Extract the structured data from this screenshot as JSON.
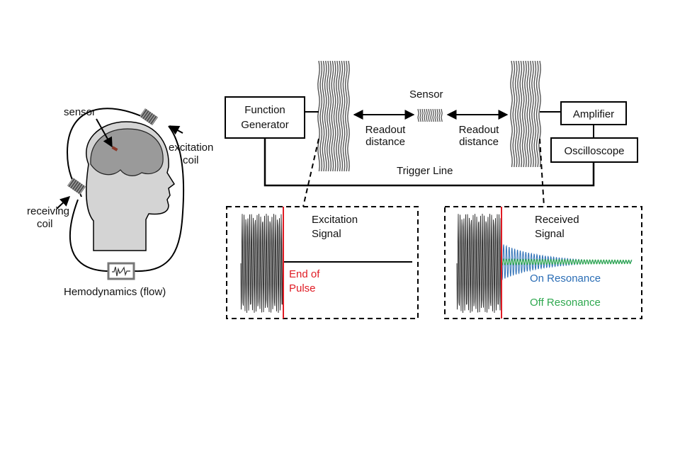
{
  "left_panel": {
    "sensor_label": "sensor",
    "excitation_label": "excitation coil",
    "receiving_label": "receiving coil",
    "hemodynamics_label": "Hemodynamics (flow)"
  },
  "blocks": {
    "function_generator": "Function Generator",
    "amplifier": "Amplifier",
    "oscilloscope": "Oscilloscope",
    "sensor": "Sensor",
    "readout_left": "Readout distance",
    "readout_right": "Readout distance",
    "trigger_line": "Trigger Line"
  },
  "excitation_panel": {
    "title": "Excitation Signal",
    "end_marker": "End of Pulse"
  },
  "received_panel": {
    "title": "Received Signal",
    "on_resonance": "On Resonance",
    "off_resonance": "Off Resonance"
  },
  "colors": {
    "end_of_pulse": "#e01b24",
    "on_resonance": "#2a6db5",
    "off_resonance": "#2fa84f",
    "coil": "#555555",
    "head_fill": "#d4d4d4",
    "brain_fill": "#9a9a9a"
  },
  "icons": {
    "coil": "coil-icon",
    "head": "head-icon",
    "brain": "brain-icon",
    "flow_monitor": "flow-monitor-icon"
  }
}
